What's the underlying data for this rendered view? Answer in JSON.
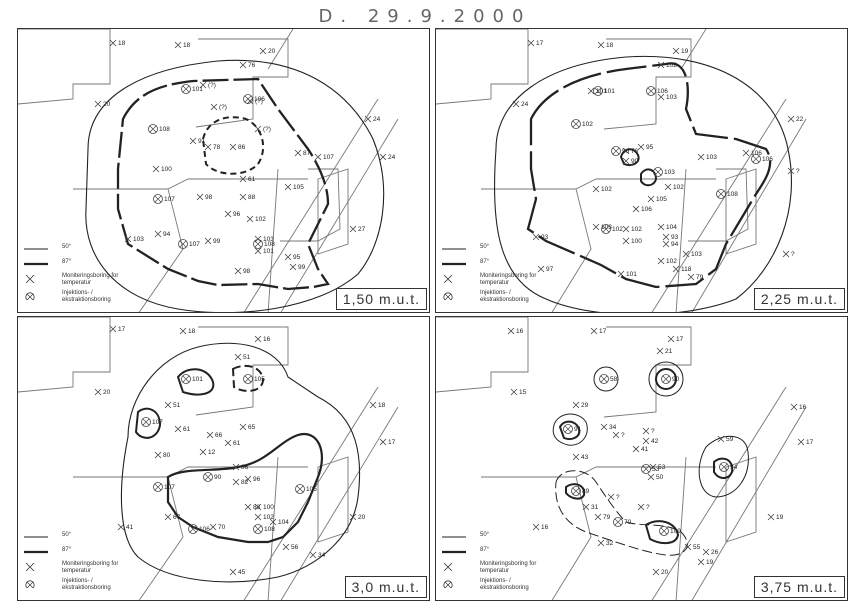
{
  "title": "D. 29.9.2000",
  "legend": {
    "line_50": "50°",
    "line_87": "87°",
    "monitoring": "Moniteringsboring for temperatur",
    "injection": "Injektions- / ekstraktionsboring"
  },
  "colors": {
    "ink": "#222222",
    "frame": "#333333",
    "grid": "#777777",
    "title": "#666666"
  },
  "panels": [
    {
      "depth": "1,50 m.u.t.",
      "monitoring_values": [
        "18",
        "18",
        "20",
        "76",
        "(?)",
        "(?)",
        "(?)",
        "(?)",
        "91",
        "78",
        "86",
        "87",
        "107",
        "105",
        "95",
        "99",
        "20",
        "24",
        "24",
        "27",
        "100",
        "98",
        "61",
        "88",
        "96",
        "102",
        "103",
        "101",
        "94",
        "103",
        "99",
        "98"
      ],
      "injection_values": [
        "101",
        "106",
        "108",
        "107",
        "107",
        "108"
      ]
    },
    {
      "depth": "2,25 m.u.t.",
      "monitoring_values": [
        "17",
        "18",
        "19",
        "24",
        "22",
        "?",
        "102",
        "103",
        "101",
        "106",
        "95",
        "76",
        "90",
        "102",
        "103",
        "106",
        "102",
        "105",
        "103",
        "104",
        "93",
        "102",
        "93",
        "94",
        "97",
        "100",
        "102",
        "118",
        "101",
        "103",
        "79",
        "?"
      ],
      "injection_values": [
        "101",
        "106",
        "102",
        "96",
        "106",
        "103",
        "108",
        "102"
      ]
    },
    {
      "depth": "3,0 m.u.t.",
      "monitoring_values": [
        "17",
        "18",
        "16",
        "51",
        "20",
        "51",
        "61",
        "65",
        "66",
        "61",
        "12",
        "86",
        "96",
        "82",
        "88",
        "41",
        "67",
        "100",
        "102",
        "104",
        "70",
        "56",
        "34",
        "45",
        "80",
        "18",
        "17",
        "20"
      ],
      "injection_values": [
        "101",
        "105",
        "107",
        "90",
        "107",
        "106",
        "108",
        "105"
      ]
    },
    {
      "depth": "3,75 m.u.t.",
      "monitoring_values": [
        "16",
        "17",
        "17",
        "21",
        "15",
        "29",
        "34",
        "43",
        "42",
        "41",
        "59",
        "53",
        "50",
        "31",
        "32",
        "79",
        "55",
        "26",
        "19",
        "16",
        "17",
        "19",
        "16",
        "20",
        "?",
        "?",
        "?",
        "?"
      ],
      "injection_values": [
        "58",
        "90",
        "91",
        "89",
        "70",
        "109",
        "94",
        "53"
      ]
    }
  ]
}
